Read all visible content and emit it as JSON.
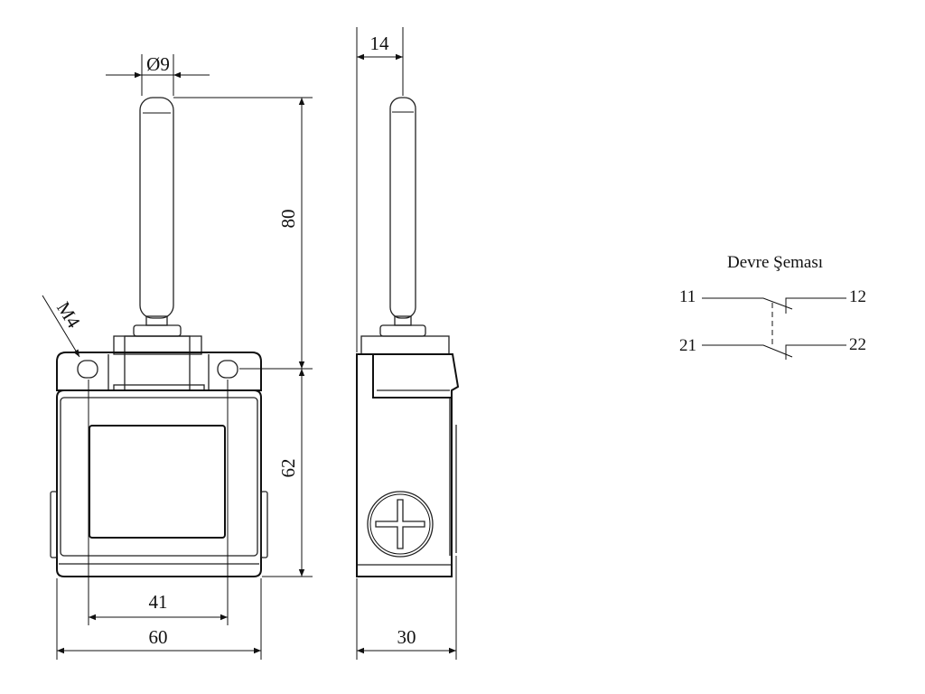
{
  "dimensions": {
    "rod_diameter": "Ø9",
    "side_offset": "14",
    "rod_height": "80",
    "body_height": "62",
    "thread": "M4",
    "hole_spacing": "41",
    "body_width": "60",
    "body_depth": "30"
  },
  "schematic": {
    "title": "Devre Şeması",
    "terminals": [
      "11",
      "12",
      "21",
      "22"
    ]
  }
}
